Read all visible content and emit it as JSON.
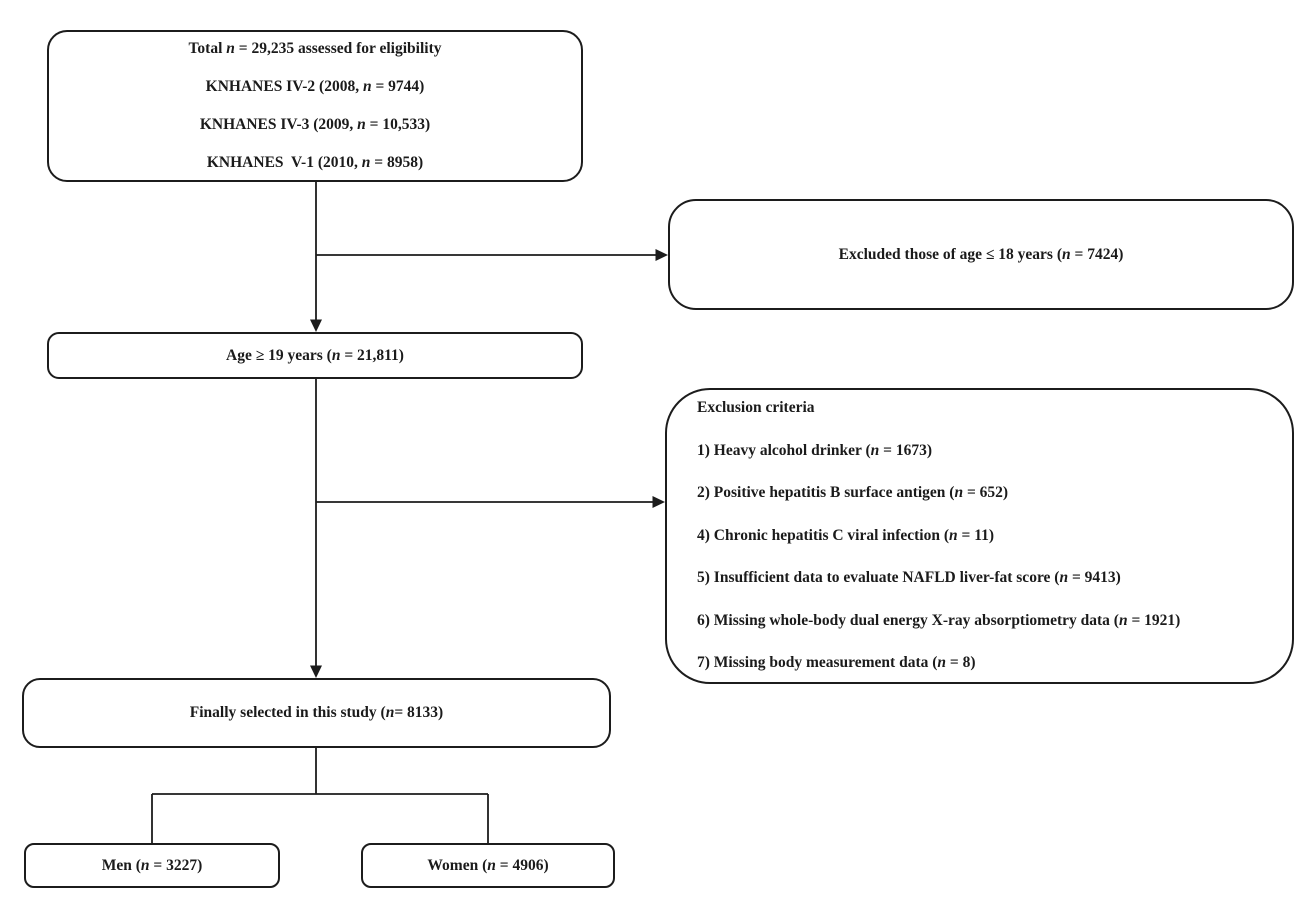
{
  "styles": {
    "background": "#ffffff",
    "line_color": "#1c1c1c",
    "text_color": "#1b1b1b"
  },
  "boxes": {
    "eligibility": {
      "lines": [
        [
          [
            "Total ",
            0
          ],
          [
            "n",
            1
          ],
          [
            " = 29,235 assessed for eligibility",
            0
          ]
        ],
        [
          [
            "KNHANES IV-2 (2008, ",
            0
          ],
          [
            "n",
            1
          ],
          [
            " = 9744)",
            0
          ]
        ],
        [
          [
            "KNHANES IV-3 (2009, ",
            0
          ],
          [
            "n",
            1
          ],
          [
            " = 10,533)",
            0
          ]
        ],
        [
          [
            "KNHANES  V-1 (2010, ",
            0
          ],
          [
            "n",
            1
          ],
          [
            " = 8958)",
            0
          ]
        ]
      ]
    },
    "excluded_age": {
      "lines": [
        [
          [
            "Excluded those of age ≤ 18 years (",
            0
          ],
          [
            "n",
            1
          ],
          [
            " = 7424)",
            0
          ]
        ]
      ]
    },
    "age_19": {
      "lines": [
        [
          [
            "Age ≥ 19 years (",
            0
          ],
          [
            "n",
            1
          ],
          [
            " = 21,811)",
            0
          ]
        ]
      ]
    },
    "exclusion_criteria": {
      "lines": [
        [
          [
            "Exclusion criteria",
            0
          ]
        ],
        [
          [
            "1) Heavy alcohol drinker (",
            0
          ],
          [
            "n",
            1
          ],
          [
            " = 1673)",
            0
          ]
        ],
        [
          [
            "2) Positive hepatitis B surface antigen (",
            0
          ],
          [
            "n",
            1
          ],
          [
            " = 652)",
            0
          ]
        ],
        [
          [
            "4) Chronic hepatitis C viral infection (",
            0
          ],
          [
            "n",
            1
          ],
          [
            " = 11)",
            0
          ]
        ],
        [
          [
            "5) Insufficient data to evaluate NAFLD liver-fat score (",
            0
          ],
          [
            "n",
            1
          ],
          [
            " = 9413)",
            0
          ]
        ],
        [
          [
            "6) Missing whole-body dual energy X-ray absorptiometry data (",
            0
          ],
          [
            "n",
            1
          ],
          [
            " = 1921)",
            0
          ]
        ],
        [
          [
            "7) Missing body measurement data (",
            0
          ],
          [
            "n",
            1
          ],
          [
            " = 8)",
            0
          ]
        ]
      ]
    },
    "final_selection": {
      "lines": [
        [
          [
            "Finally selected in this study (",
            0
          ],
          [
            "n",
            1
          ],
          [
            "= 8133)",
            0
          ]
        ]
      ]
    },
    "men": {
      "lines": [
        [
          [
            "Men (",
            0
          ],
          [
            "n",
            1
          ],
          [
            " = 3227)",
            0
          ]
        ]
      ]
    },
    "women": {
      "lines": [
        [
          [
            "Women (",
            0
          ],
          [
            "n",
            1
          ],
          [
            " = 4906)",
            0
          ]
        ]
      ]
    }
  }
}
